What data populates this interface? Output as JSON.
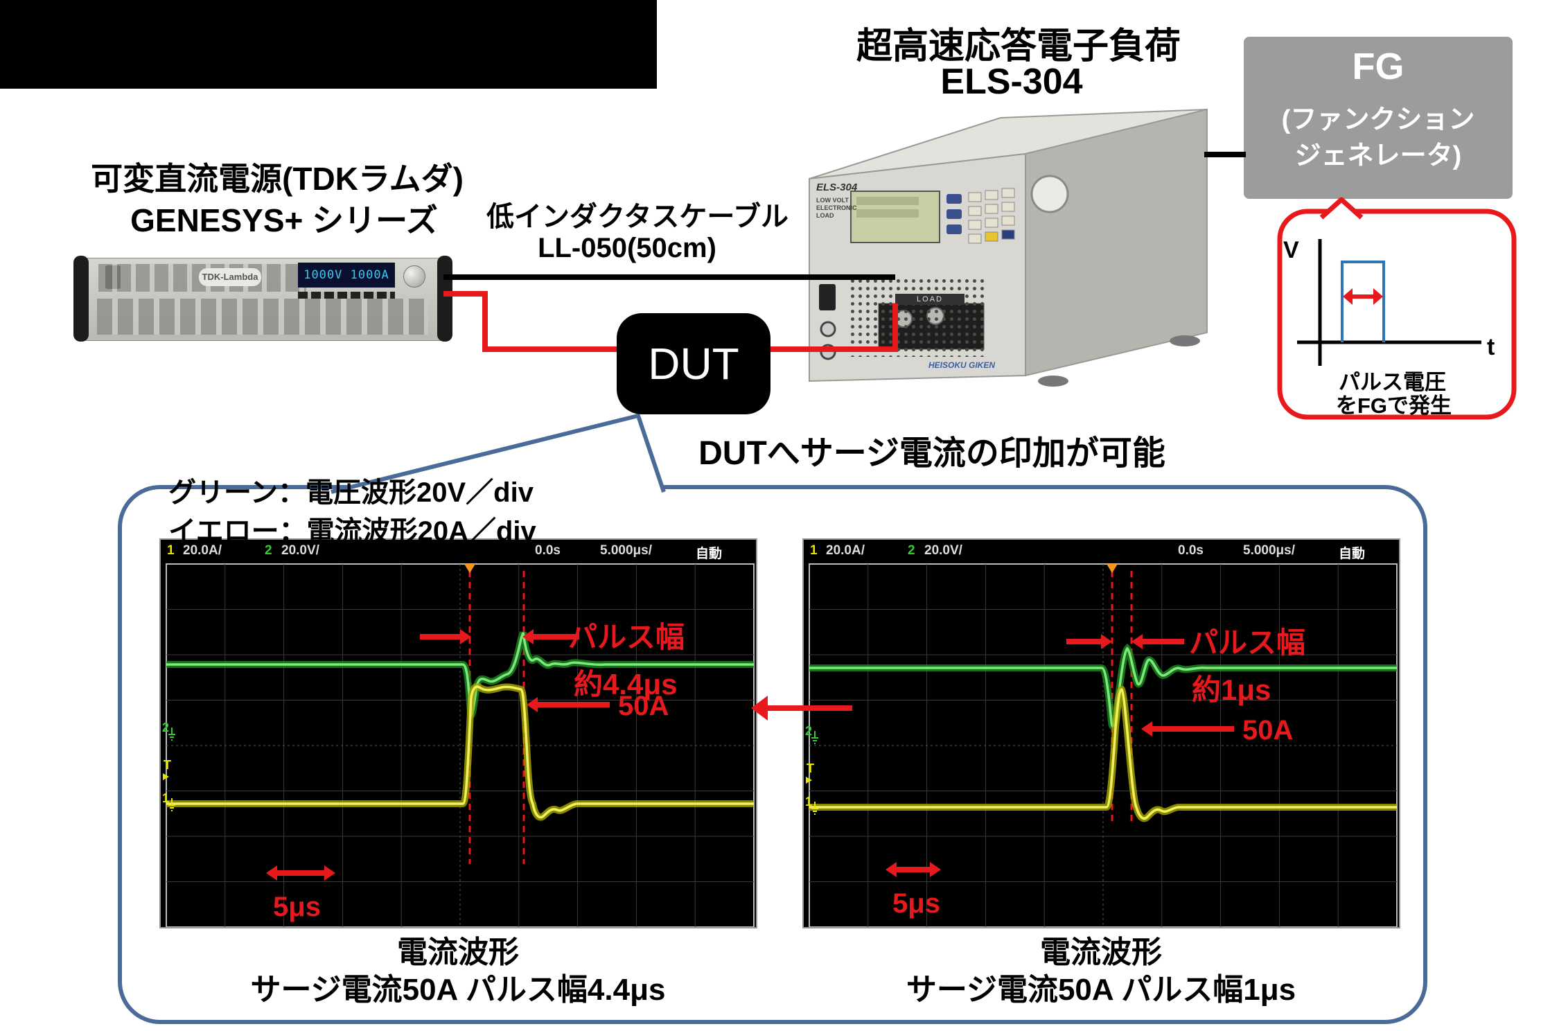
{
  "colors": {
    "annotation_red": "#e8191d",
    "callout_blue": "#4a6b97",
    "fg_gray": "#9c9c9c",
    "trace_green": "#2eb82e",
    "trace_yellow": "#d8d832",
    "trigger_orange": "#f7941d",
    "pulse_blue": "#2e75b6"
  },
  "top": {
    "psu_label_line1": "可変直流電源(TDKラムダ)",
    "psu_label_line2": "GENESYS+ シリーズ",
    "cable_label_line1": "低インダクタスケーブル",
    "cable_label_line2": "LL-050(50cm)",
    "load_label_line1": "超高速応答電子負荷",
    "load_label_line2": "ELS-304",
    "dut_label": "DUT",
    "surge_note": "DUTへサージ電流の印加が可能"
  },
  "fg": {
    "title": "FG",
    "sub1": "(ファンクション",
    "sub2": "ジェネレータ)",
    "callout": {
      "v_axis": "V",
      "t_axis": "t",
      "caption1": "パルス電圧",
      "caption2": "をFGで発生"
    }
  },
  "psu_device": {
    "display": "1000V  1000A",
    "brand": "TDK-Lambda"
  },
  "load_device": {
    "model": "ELS-304",
    "desc": "LOW VOLT ELECTRONIC LOAD",
    "terminal": "LOAD",
    "brand": "HEISOKU GIKEN"
  },
  "legend": {
    "line1": "グリーン：電圧波形20V／div",
    "line2": "イエロー：電流波形20A／div"
  },
  "scopes": [
    {
      "header": {
        "ch1_num": "1",
        "ch1_scale": "20.0A/",
        "ch2_num": "2",
        "ch2_scale": "20.0V/",
        "time_pos": "0.0s",
        "time_scale": "5.000μs/",
        "mode": "自動"
      },
      "annotations": {
        "pulse_label": "パルス幅",
        "pulse_value": "約4.4μs",
        "current": "50A",
        "timebase": "5μs"
      },
      "markers": {
        "ch2": "2",
        "trig": "T",
        "ch1": "1"
      },
      "caption_line1": "電流波形",
      "caption_line2": "サージ電流50A パルス幅4.4μs",
      "waveform": {
        "type": "line",
        "green": "voltage 20V/div, dip then spike at pulse edges",
        "yellow": "current 20A/div, 50A flat-top surge pulse",
        "pulse_width_us": 4.4,
        "surge_current_A": 50,
        "time_per_div_us": 5
      }
    },
    {
      "header": {
        "ch1_num": "1",
        "ch1_scale": "20.0A/",
        "ch2_num": "2",
        "ch2_scale": "20.0V/",
        "time_pos": "0.0s",
        "time_scale": "5.000μs/",
        "mode": "自動"
      },
      "annotations": {
        "pulse_label": "パルス幅",
        "pulse_value": "約1μs",
        "current": "50A",
        "timebase": "5μs"
      },
      "markers": {
        "ch2": "2",
        "trig": "T",
        "ch1": "1"
      },
      "caption_line1": "電流波形",
      "caption_line2": "サージ電流50A パルス幅1μs",
      "waveform": {
        "type": "line",
        "green": "voltage 20V/div, dip then spike at pulse edges",
        "yellow": "current 20A/div, 50A narrow triangular surge pulse",
        "pulse_width_us": 1,
        "surge_current_A": 50,
        "time_per_div_us": 5
      }
    }
  ]
}
